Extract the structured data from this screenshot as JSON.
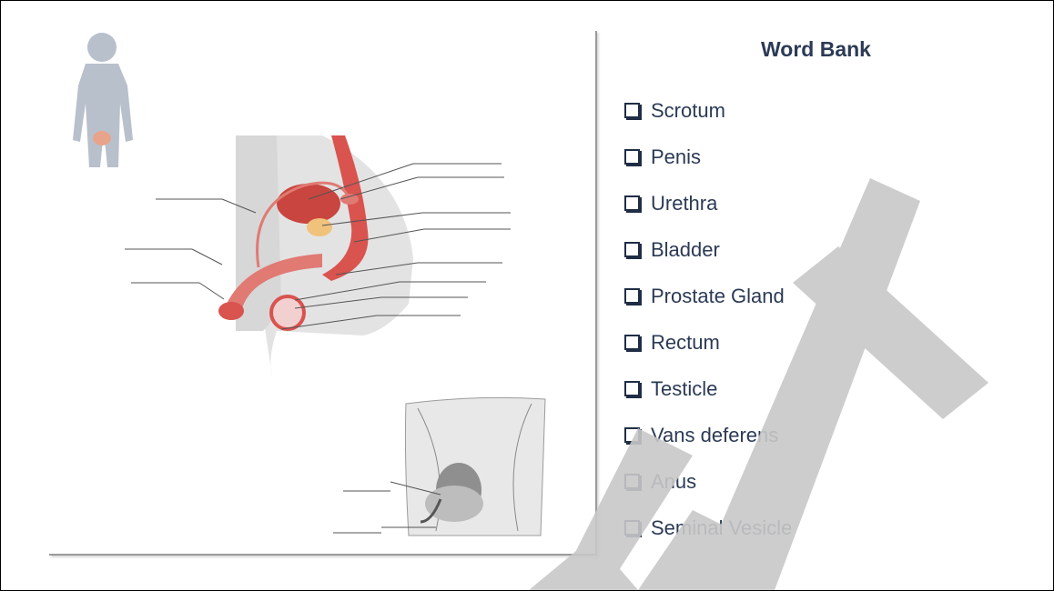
{
  "word_bank": {
    "title": "Word Bank",
    "items": [
      {
        "label": "Scrotum",
        "checked": false
      },
      {
        "label": "Penis",
        "checked": false
      },
      {
        "label": "Urethra",
        "checked": false
      },
      {
        "label": "Bladder",
        "checked": false
      },
      {
        "label": "Prostate Gland",
        "checked": false
      },
      {
        "label": "Rectum",
        "checked": false
      },
      {
        "label": "Testicle",
        "checked": false
      },
      {
        "label": "Vans deferens",
        "checked": false
      },
      {
        "label": "Anus",
        "checked": false
      },
      {
        "label": "Seminal Vesicle",
        "checked": false
      }
    ]
  },
  "colors": {
    "text": "#2b3a55",
    "watermark": "#c8c8c8",
    "organ": "#d9534f",
    "silhouette": "#b8c0cc"
  },
  "icons": {
    "checkbox": "checkbox-empty-icon"
  }
}
